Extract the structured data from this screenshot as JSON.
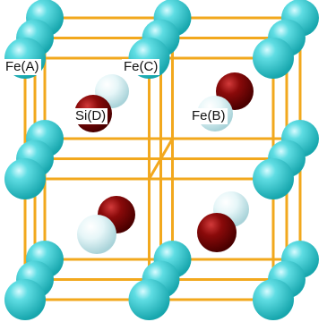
{
  "diagram": {
    "labels": {
      "fe_a": "Fe(A)",
      "fe_c": "Fe(C)",
      "si_d": "Si(D)",
      "fe_b": "Fe(B)"
    },
    "colors": {
      "bond": "#f2a81d",
      "fe_a_atom": "#3fc9cf",
      "fe_b_atom": "#d6eef2",
      "fe_c_atom": "#7a0000",
      "background": "#ffffff"
    }
  }
}
